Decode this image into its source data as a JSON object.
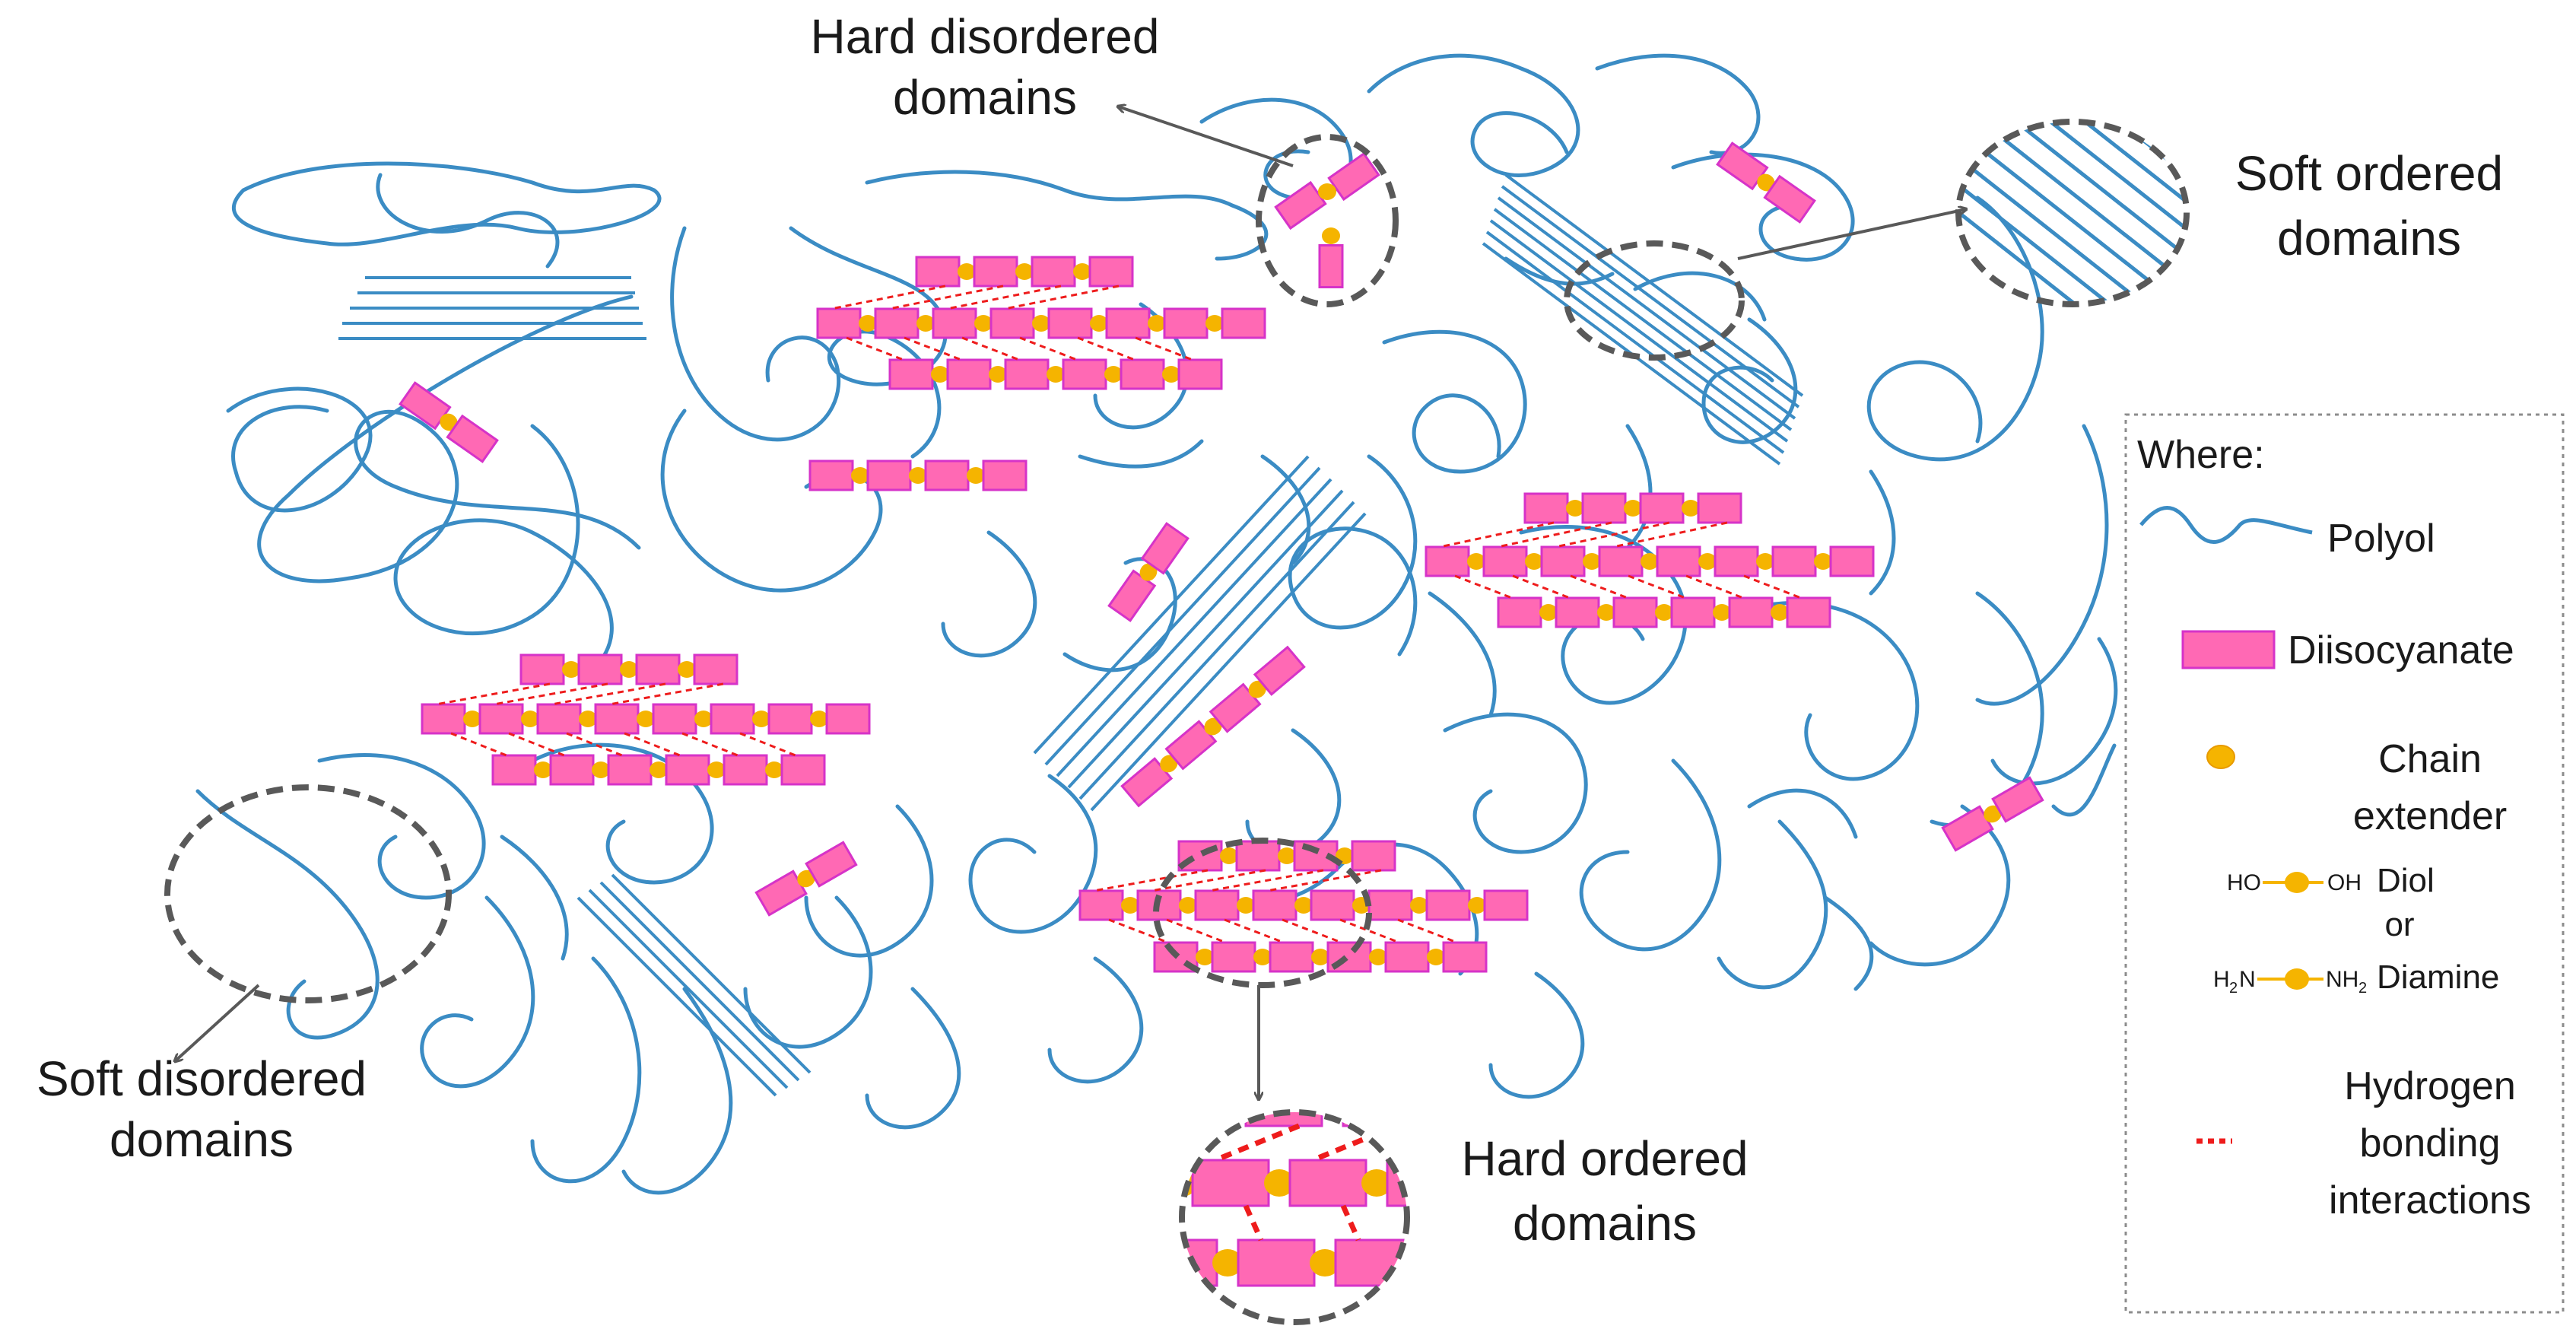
{
  "labels": {
    "hard_disordered": [
      "Hard disordered",
      "domains"
    ],
    "soft_ordered": [
      "Soft ordered",
      "domains"
    ],
    "soft_disordered": [
      "Soft disordered",
      "domains"
    ],
    "hard_ordered": [
      "Hard ordered",
      "domains"
    ]
  },
  "legend": {
    "title": "Where:",
    "polyol": "Polyol",
    "diisocyanate": "Diisocyanate",
    "chain_extender": [
      "Chain",
      "extender"
    ],
    "diol_ho": "HO",
    "diol_oh": "OH",
    "diol": "Diol",
    "or": "or",
    "diamine_h": "H",
    "diamine_2": "2",
    "diamine_n": "N",
    "diamine_nh": "NH",
    "diamine": "Diamine",
    "hydrogen": [
      "Hydrogen",
      "bonding",
      "interactions"
    ]
  },
  "colors": {
    "polyol": "#3b8cc4",
    "diisocyanate_fill": "#ff69b4",
    "diisocyanate_stroke": "#d633c8",
    "chain_extender": "#f5b400",
    "hydrogen_bond": "#ee1c1c",
    "domain_outline": "#595959",
    "arrow": "#595959",
    "legend_border": "#8c8c8c"
  }
}
